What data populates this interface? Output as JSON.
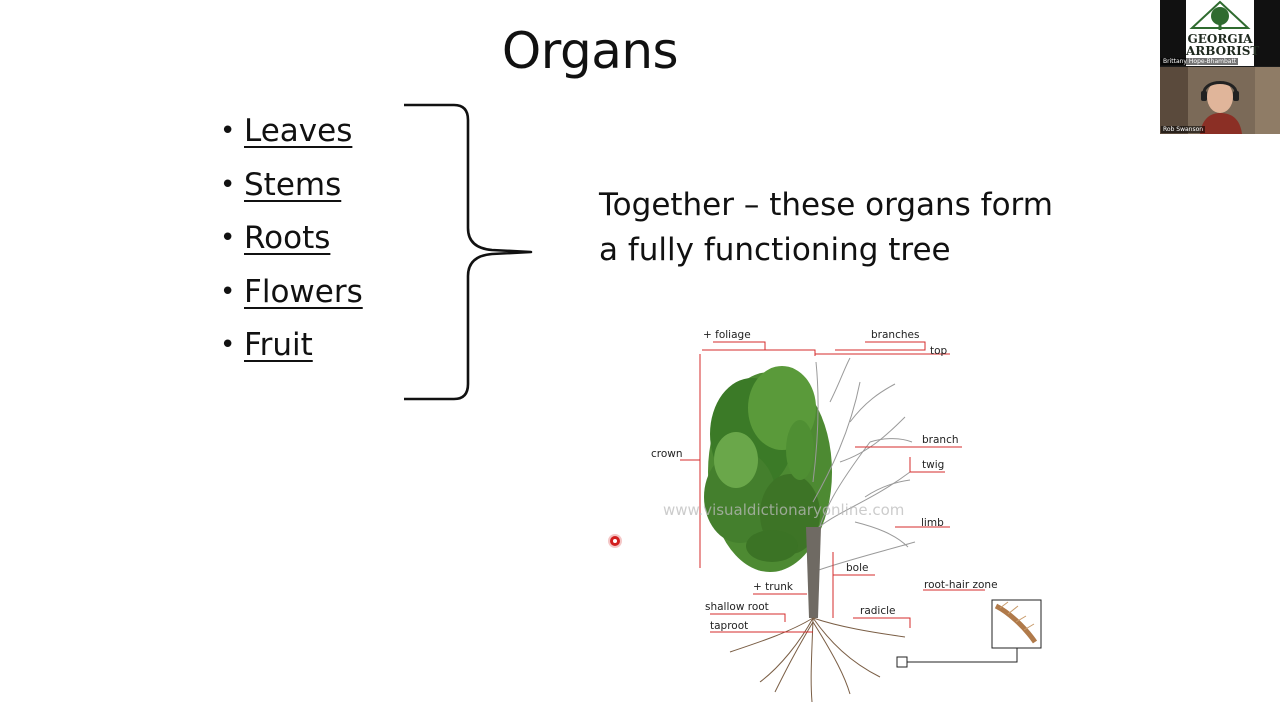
{
  "slide": {
    "title": "Organs",
    "bullets": [
      "Leaves",
      "Stems",
      "Roots",
      "Flowers",
      "Fruit"
    ],
    "bullet_glyph": "•",
    "together_line1": "Together – these organs form",
    "together_line2": "a fully functioning tree"
  },
  "diagram": {
    "labels": {
      "foliage": "+ foliage",
      "branches": "branches",
      "top": "top",
      "branch": "branch",
      "twig": "twig",
      "crown": "crown",
      "limb": "limb",
      "bole": "bole",
      "trunk": "+ trunk",
      "root_hair_zone": "root-hair zone",
      "shallow_root": "shallow root",
      "radicle": "radicle",
      "taproot": "taproot"
    },
    "watermark": "www.visualdictionaryonline.com",
    "leader_color": "#d62b2b"
  },
  "video": {
    "logo_line1": "GEORGIA",
    "logo_line2": "ARBORIST",
    "tile1_name": "Brittany Hope-Bhambatt",
    "tile2_name": "Rob Swanson"
  }
}
